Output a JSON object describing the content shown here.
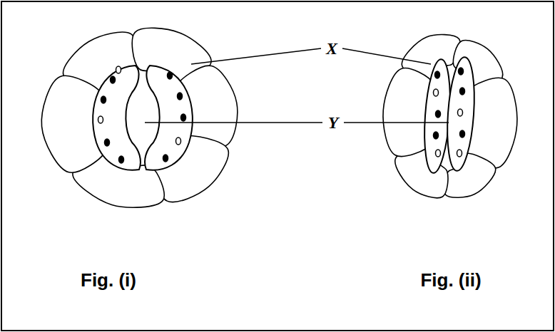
{
  "diagram": {
    "labels": [
      "X",
      "Y",
      "Fig. (i)",
      "Fig. (ii)"
    ]
  }
}
